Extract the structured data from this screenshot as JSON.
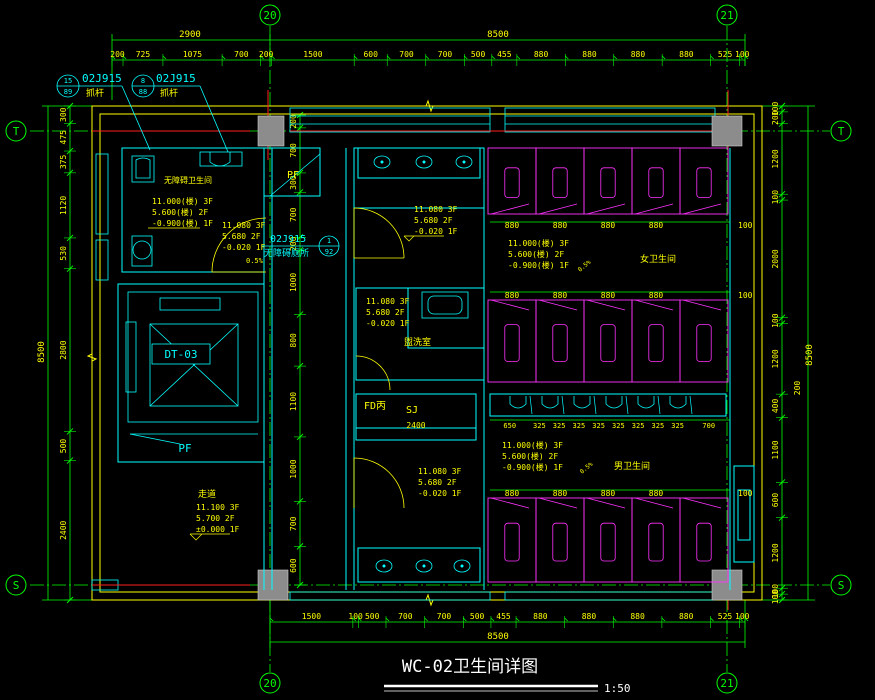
{
  "colors": {
    "background": "#000000",
    "dim": "#00ff00",
    "wall": "#ffff00",
    "fixture": "#00ffff",
    "partition": "#ff33ff",
    "axis": "#00ff00",
    "column": "#9a9a9a",
    "redline": "#ff2020",
    "text": "#ffff00",
    "title": "#ffffff"
  },
  "axes": {
    "x": [
      "20",
      "21"
    ],
    "y": [
      "T",
      "S"
    ]
  },
  "top_dims": {
    "overall_left": "2900",
    "overall_total": "8500",
    "segments": [
      "200",
      "725",
      "1075",
      "700",
      "200",
      "1500",
      "600",
      "700",
      "700",
      "500",
      "455",
      "880",
      "880",
      "880",
      "880",
      "525",
      "100"
    ]
  },
  "bottom_dims": {
    "segments": [
      "1500",
      "100",
      "500",
      "700",
      "700",
      "500",
      "455",
      "880",
      "880",
      "880",
      "880",
      "525",
      "100"
    ],
    "total": "8500"
  },
  "left_dims": {
    "total": "8500",
    "segments": [
      "300",
      "475",
      "375",
      "1120",
      "530",
      "2800",
      "500",
      "2400"
    ]
  },
  "left_inner_dims": [
    "200",
    "700",
    "300",
    "700",
    "200",
    "1000",
    "800",
    "1100",
    "1000",
    "700",
    "600"
  ],
  "right_dims": {
    "total": "8500",
    "mid": "200",
    "segments": [
      "100",
      "200",
      "1200",
      "100",
      "2000",
      "100",
      "1200",
      "400",
      "1100",
      "600",
      "1200",
      "100",
      "100"
    ]
  },
  "rooms": {
    "accessible_wc": "无障碍卫生间",
    "accessible_wc_sub": "无障碍厕所",
    "female_wc": "女卫生间",
    "male_wc": "男卫生间",
    "corridor": "走道",
    "washroom": "盥洗室",
    "pf": "PF",
    "dt": "DT-03",
    "fd": "FD丙",
    "sj": "SJ",
    "sj_dim": "2400"
  },
  "elevations": {
    "accessible": [
      "11.000(楼) 3F",
      "5.600(楼) 2F",
      "-0.900(楼) 1F"
    ],
    "door_a": [
      "11.080  3F",
      "5.680  2F",
      "-0.020 1F"
    ],
    "lobby_top": [
      "11.080  3F",
      "5.680  2F",
      "-0.020 1F"
    ],
    "washroom": [
      "11.080  3F",
      "5.680  2F",
      "-0.020 1F"
    ],
    "lobby_bottom": [
      "11.080  3F",
      "5.680  2F",
      "-0.020 1F"
    ],
    "female": [
      "11.000(楼) 3F",
      "5.600(楼) 2F",
      "-0.900(楼) 1F"
    ],
    "male": [
      "11.000(楼) 3F",
      "5.600(楼) 2F",
      "-0.900(楼) 1F"
    ],
    "corridor": [
      "11.100  3F",
      "5.700  2F",
      "±0.000 1F"
    ]
  },
  "slopes": {
    "a": "0.5%",
    "b": "0.5%",
    "c": "0.5%"
  },
  "refs": {
    "r1_code": "02J915",
    "r1_top": "15",
    "r1_bot": "89",
    "r1_label": "抓杆",
    "r2_code": "02J915",
    "r2_top": "8",
    "r2_bot": "88",
    "r2_label": "抓杆",
    "r3_code": "02J915",
    "r3_top": "1",
    "r3_bot": "92"
  },
  "stall_dims": {
    "female_top": [
      "880",
      "880",
      "880",
      "880"
    ],
    "female_top_right": "100",
    "female_mid": [
      "880",
      "880",
      "880",
      "880"
    ],
    "female_mid_right": "100",
    "urinal": [
      "650",
      "325",
      "325",
      "325",
      "325",
      "325",
      "325",
      "325",
      "325",
      "700"
    ],
    "male_bottom": [
      "880",
      "880",
      "880",
      "880"
    ],
    "male_bottom_right": "100"
  },
  "title": {
    "main": "WC-02卫生间详图",
    "scale": "1:50"
  }
}
